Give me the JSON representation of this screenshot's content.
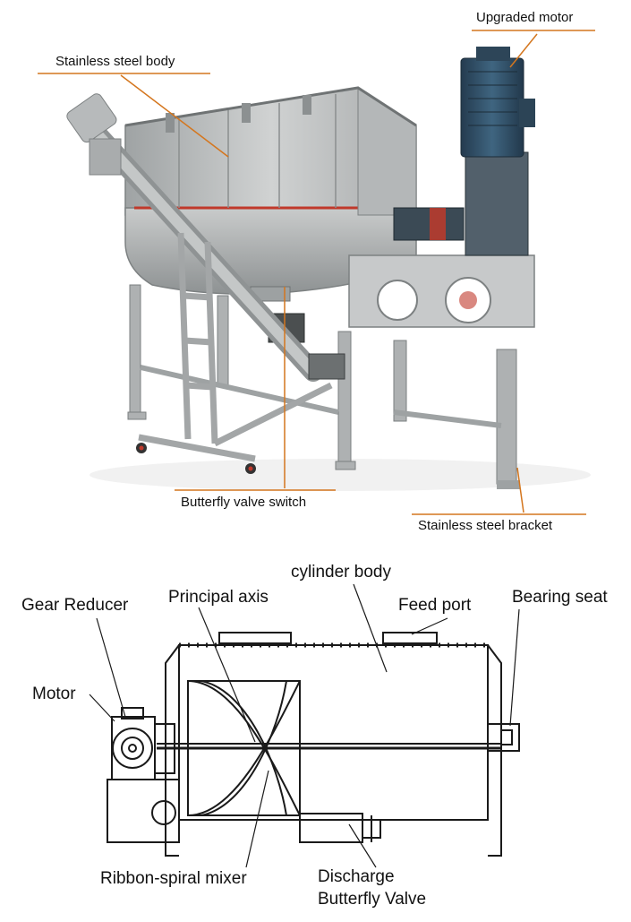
{
  "photo_section": {
    "callouts": {
      "upgraded_motor": "Upgraded motor",
      "stainless_body": "Stainless steel body",
      "butterfly_switch": "Butterfly valve switch",
      "stainless_bracket": "Stainless steel bracket"
    },
    "colors": {
      "leader_line": "#d4761e",
      "steel": "#b9bcbd",
      "motor_blue": "#2f4c63",
      "red_seal": "#c0392b"
    }
  },
  "drawing_section": {
    "callouts": {
      "gear_reducer": "Gear Reducer",
      "motor": "Motor",
      "principal_axis": "Principal axis",
      "cylinder_body": "cylinder body",
      "feed_port": "Feed port",
      "bearing_seat": "Bearing seat",
      "ribbon_mixer": "Ribbon-spiral mixer",
      "discharge_line1": "Discharge",
      "discharge_line2": "Butterfly Valve"
    },
    "colors": {
      "line": "#1a1a1a"
    }
  }
}
